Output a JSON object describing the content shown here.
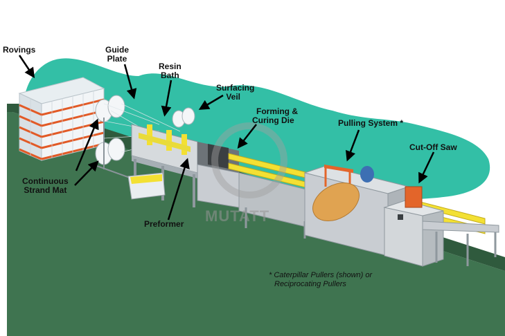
{
  "labels": {
    "rovings": "Rovings",
    "guide_plate_1": "Guide",
    "guide_plate_2": "Plate",
    "resin_bath_1": "Resin",
    "resin_bath_2": "Bath",
    "surfacing_veil_1": "Surfacing",
    "surfacing_veil_2": "Veil",
    "forming_die_1": "Forming &",
    "forming_die_2": "Curing Die",
    "pulling_system": "Pulling System *",
    "cut_off_saw": "Cut-Off Saw",
    "continuous_strand_mat_1": "Continuous",
    "continuous_strand_mat_2": "Strand Mat",
    "preformer": "Preformer"
  },
  "footnote": {
    "line1": "* Caterpillar Pullers (shown) or",
    "line2": "Reciprocating Pullers"
  },
  "watermark": "MUTATT",
  "colors": {
    "floor": "#3f7450",
    "backdrop": "#33bfa6",
    "machine": "#c9cdd2",
    "profile": "#f3e033",
    "pulley": "#e0a351",
    "frame_orange": "#e3652a"
  }
}
